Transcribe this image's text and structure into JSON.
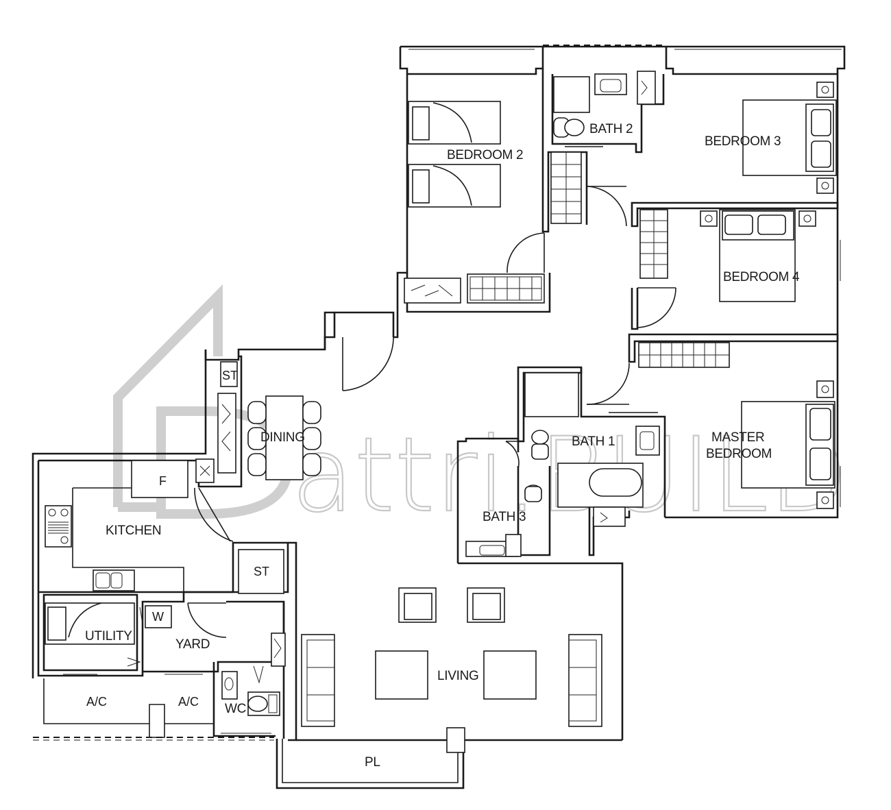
{
  "watermark": {
    "text": "attri.BUILD"
  },
  "rooms": {
    "bedroom2": "BEDROOM 2",
    "bath2": "BATH 2",
    "bedroom3": "BEDROOM 3",
    "bedroom4": "BEDROOM 4",
    "dining": "DINING",
    "kitchen": "KITCHEN",
    "bath1": "BATH 1",
    "master_line1": "MASTER",
    "master_line2": "BEDROOM",
    "bath3": "BATH 3",
    "utility": "UTILITY",
    "yard": "YARD",
    "living": "LIVING",
    "wc": "WC",
    "pl": "PL"
  },
  "fixtures": {
    "st_top": "ST",
    "st_kitchen": "ST",
    "fridge": "F",
    "washer": "W",
    "ac_left": "A/C",
    "ac_right": "A/C"
  }
}
